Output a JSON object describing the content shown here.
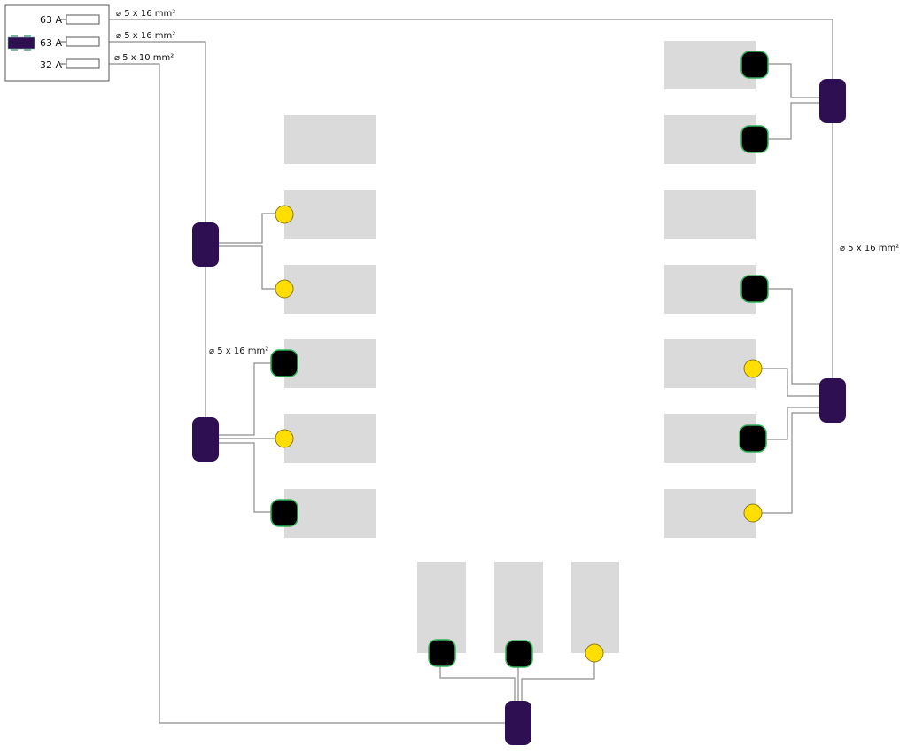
{
  "colors": {
    "table": "#dadada",
    "distributor": "#2e1052",
    "socket_black": "#000000",
    "socket_black_border": "#34b35a",
    "socket_yellow": "#ffde00",
    "socket_yellow_border": "#8a7a1a",
    "wire": "#8c8c8c",
    "panel_border": "#555555"
  },
  "panel": {
    "fuses": [
      {
        "id": "f1",
        "label": "63 A",
        "cable": "⌀ 5 x 16 mm²"
      },
      {
        "id": "f2",
        "label": "63 A",
        "cable": "⌀ 5 x 16 mm²"
      },
      {
        "id": "f3",
        "label": "32 A",
        "cable": "⌀ 5 x 10 mm²"
      }
    ]
  },
  "cable_labels": {
    "left_branch": "⌀ 5 x 16 mm²",
    "right_branch": "⌀ 5 x 16 mm²"
  },
  "tables": {
    "left": [
      "L1",
      "L2",
      "L3",
      "L4",
      "L5",
      "L6"
    ],
    "right": [
      "R1",
      "R2",
      "R3",
      "R4",
      "R5",
      "R6",
      "R7"
    ],
    "bottom": [
      "B1",
      "B2",
      "B3"
    ]
  },
  "distributors": [
    "D-left-top",
    "D-left-bottom",
    "D-right-top",
    "D-right-bottom",
    "D-bottom"
  ],
  "sockets": [
    {
      "id": "L2",
      "type": "yellow"
    },
    {
      "id": "L3",
      "type": "yellow"
    },
    {
      "id": "L4",
      "type": "black"
    },
    {
      "id": "L5",
      "type": "yellow"
    },
    {
      "id": "L6",
      "type": "black"
    },
    {
      "id": "R1",
      "type": "black"
    },
    {
      "id": "R2",
      "type": "black"
    },
    {
      "id": "R4",
      "type": "black"
    },
    {
      "id": "R5",
      "type": "yellow"
    },
    {
      "id": "R6",
      "type": "black"
    },
    {
      "id": "R7",
      "type": "yellow"
    },
    {
      "id": "B1",
      "type": "black"
    },
    {
      "id": "B2",
      "type": "black"
    },
    {
      "id": "B3",
      "type": "yellow"
    }
  ]
}
